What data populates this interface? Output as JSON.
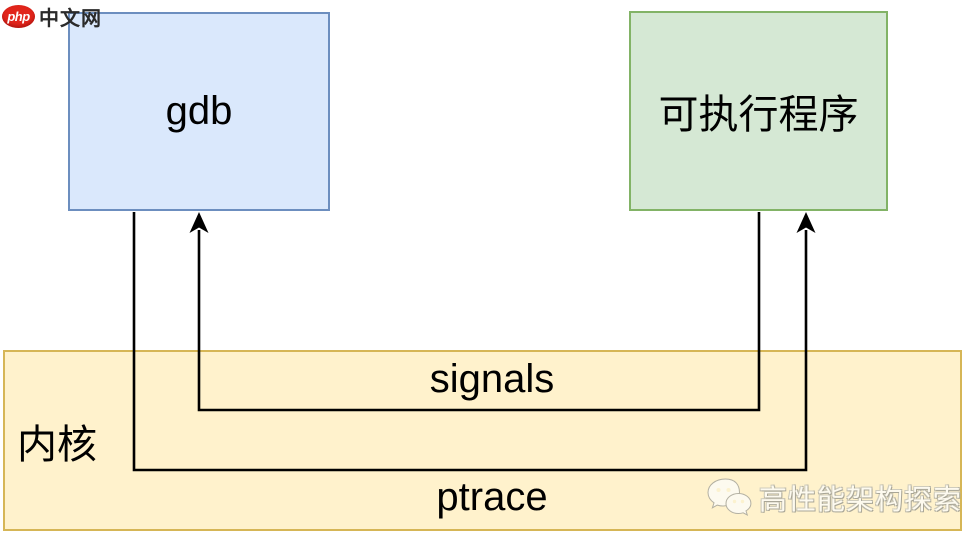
{
  "logo": {
    "brand": "php",
    "site": "中文网",
    "brand_color": "#e1251b"
  },
  "diagram": {
    "line_color": "#000000",
    "nodes": [
      {
        "id": "gdb",
        "label": "gdb",
        "fill": "#dae8fc",
        "border": "#6c8ebf"
      },
      {
        "id": "executable",
        "label": "可执行程序",
        "fill": "#d5e8d4",
        "border": "#82b366"
      },
      {
        "id": "kernel",
        "label": "内核",
        "fill": "#fff2cc",
        "border": "#d6b656"
      }
    ],
    "edges": [
      {
        "id": "signals",
        "label": "signals",
        "from": "executable",
        "to": "gdb"
      },
      {
        "id": "ptrace",
        "label": "ptrace",
        "from": "gdb",
        "to": "executable"
      }
    ]
  },
  "watermark": {
    "icon": "wechat-icon",
    "text": "高性能架构探索"
  }
}
